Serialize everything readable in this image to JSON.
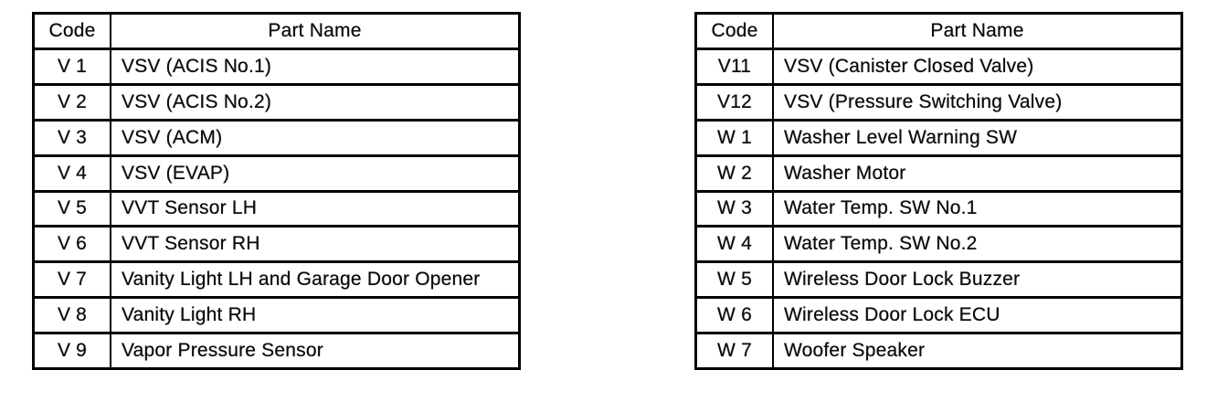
{
  "colors": {
    "border": "#000000",
    "text": "#0c0c0c",
    "background": "#ffffff"
  },
  "tables": [
    {
      "name": "left-table",
      "header": {
        "code": "Code",
        "part": "Part Name"
      },
      "rows": [
        {
          "code": "V 1",
          "part": "VSV (ACIS No.1)"
        },
        {
          "code": "V 2",
          "part": "VSV (ACIS No.2)"
        },
        {
          "code": "V 3",
          "part": "VSV (ACM)"
        },
        {
          "code": "V 4",
          "part": "VSV (EVAP)"
        },
        {
          "code": "V 5",
          "part": "VVT Sensor LH"
        },
        {
          "code": "V 6",
          "part": "VVT Sensor RH"
        },
        {
          "code": "V 7",
          "part": "Vanity Light LH and Garage Door Opener"
        },
        {
          "code": "V 8",
          "part": "Vanity Light RH"
        },
        {
          "code": "V 9",
          "part": "Vapor Pressure Sensor"
        }
      ]
    },
    {
      "name": "right-table",
      "header": {
        "code": "Code",
        "part": "Part Name"
      },
      "rows": [
        {
          "code": "V11",
          "part": "VSV (Canister Closed Valve)"
        },
        {
          "code": "V12",
          "part": "VSV (Pressure Switching Valve)"
        },
        {
          "code": "W 1",
          "part": "Washer Level Warning SW"
        },
        {
          "code": "W 2",
          "part": "Washer Motor"
        },
        {
          "code": "W 3",
          "part": "Water Temp. SW No.1"
        },
        {
          "code": "W 4",
          "part": "Water Temp. SW No.2"
        },
        {
          "code": "W 5",
          "part": "Wireless Door Lock Buzzer"
        },
        {
          "code": "W 6",
          "part": "Wireless Door Lock ECU"
        },
        {
          "code": "W 7",
          "part": "Woofer Speaker"
        }
      ]
    }
  ]
}
